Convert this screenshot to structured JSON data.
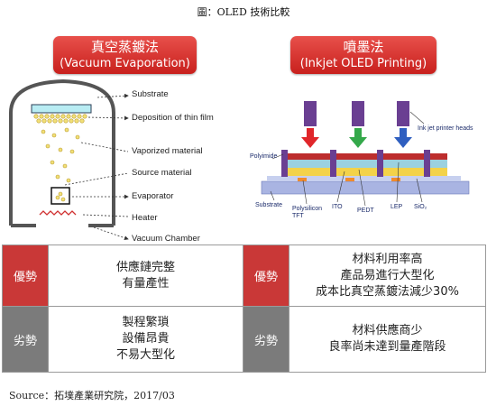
{
  "title": "圖：OLED 技術比較",
  "methods": {
    "vacuum": {
      "name_zh": "真空蒸鍍法",
      "name_en": "(Vacuum Evaporation)",
      "labels": {
        "substrate": "Substrate",
        "deposition": "Deposition of thin film",
        "vaporized": "Vaporized material",
        "source": "Source material",
        "evaporator": "Evaporator",
        "heater": "Heater",
        "chamber": "Vacuum Chamber"
      }
    },
    "inkjet": {
      "name_zh": "噴墨法",
      "name_en": "(Inkjet OLED Printing)",
      "labels": {
        "heads": "Ink jet printer heads",
        "polyimide": "Polyimide",
        "substrate": "Substrate",
        "polysilicon_line1": "Polysilicon",
        "polysilicon_line2": "TFT",
        "ito": "ITO",
        "pedt": "PEDT",
        "lep": "LEP",
        "sio2": "SiO₂"
      }
    }
  },
  "table": {
    "advantage_label": "優勢",
    "disadvantage_label": "劣勢",
    "vacuum_adv": [
      "供應鏈完整",
      "有量產性"
    ],
    "inkjet_adv": [
      "材料利用率高",
      "產品易進行大型化",
      "成本比真空蒸鍍法減少30%"
    ],
    "vacuum_dis": [
      "製程繁瑣",
      "設備昂貴",
      "不易大型化"
    ],
    "inkjet_dis": [
      "材料供應商少",
      "良率尚未達到量產階段"
    ]
  },
  "source": "Source：拓墣產業研究院，2017/03",
  "colors": {
    "header_red": "#d23431",
    "advantage_bg": "#c93837",
    "disadvantage_bg": "#7b7b7b",
    "nozzle_purple": "#6a3f92",
    "arrow_red": "#e0262a",
    "arrow_green": "#34a84a",
    "arrow_blue": "#2f5fc0"
  }
}
